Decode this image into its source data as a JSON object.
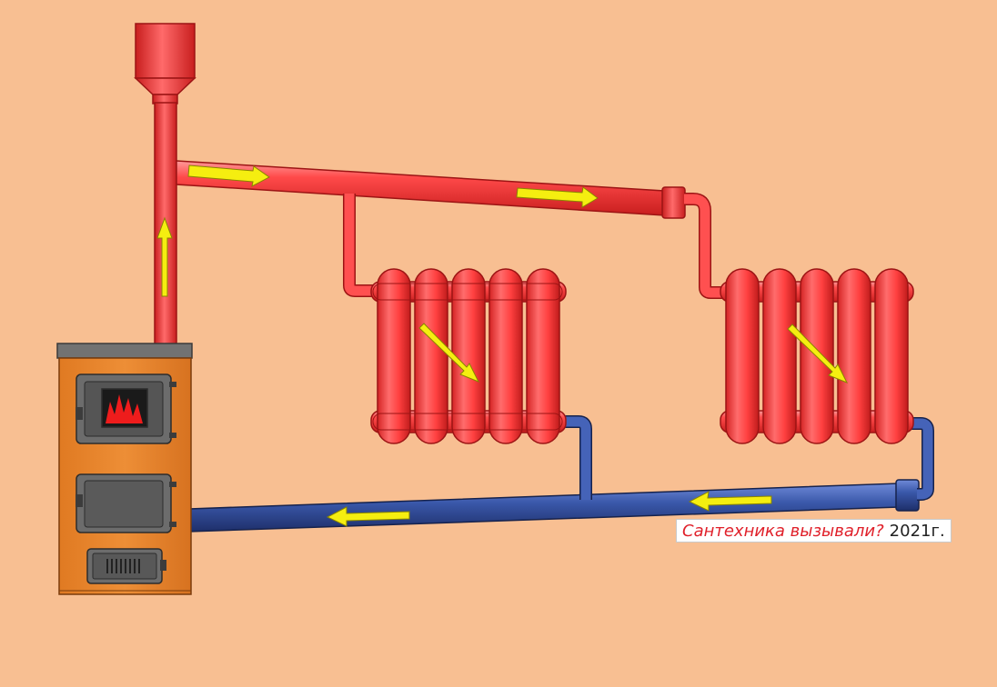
{
  "caption": {
    "question": "Сантехника вызывали?",
    "year": "2021г."
  },
  "colors": {
    "background": "#f8bf92",
    "supply_pipe": "#f24a4a",
    "return_pipe": "#3552a2",
    "radiator": "#f23c3c",
    "boiler_body": "#e8872e",
    "boiler_top": "#6f6f6f",
    "flow_arrow": "#f5ee10",
    "flame": "#ee1c1c"
  },
  "icons": [
    "flow-arrow",
    "flame-icon",
    "boiler-door",
    "radiator"
  ]
}
